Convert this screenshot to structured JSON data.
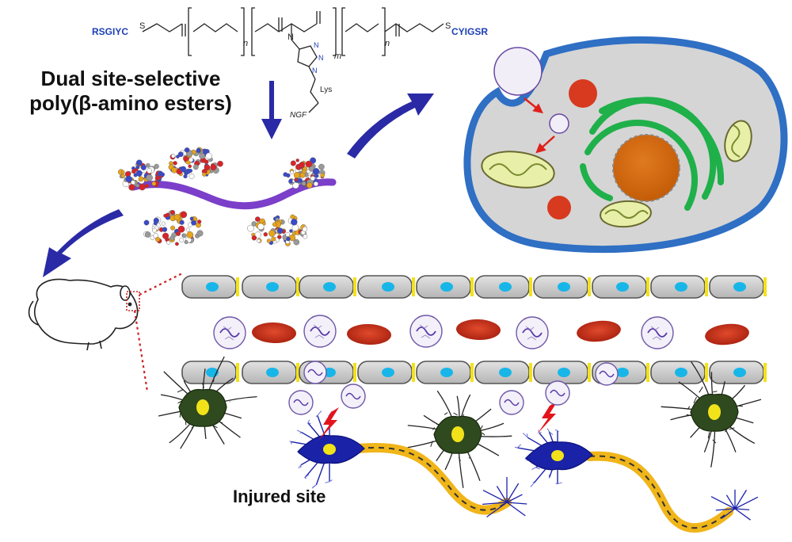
{
  "title": {
    "line1": "Dual site-selective",
    "line2": "poly(β-amino esters)"
  },
  "chem": {
    "left_peptide": "RSGIYC",
    "right_peptide": "CYIGSR",
    "sulfur_left": "S",
    "sulfur_right": "S",
    "repeat_n1": "n",
    "repeat_m": "m",
    "repeat_n2": "n",
    "nitrogen": "N",
    "triazole_n1": "N",
    "triazole_n2": "N",
    "triazole_n3": "N",
    "lys": "Lys",
    "ngf": "NGF"
  },
  "label": {
    "injured": "Injured site"
  },
  "colors": {
    "arrow": "#2a2aa6",
    "polymer": "#7b3fc9",
    "cell_membrane": "#2f6fc4",
    "cytoplasm": "#d4d4d4",
    "nucleus": "#d86a0e",
    "er": "#1fb04a",
    "rbc": "#c8321b",
    "vessel_cell": "#c9c9c9",
    "vessel_nucleus": "#18b6e8",
    "junction": "#f2e21a",
    "glia": "#2e4a1e",
    "neuron": "#1a22a8",
    "axon": "#f0b519",
    "lightning": "#e4141c",
    "dotted_line": "#cc2222"
  }
}
